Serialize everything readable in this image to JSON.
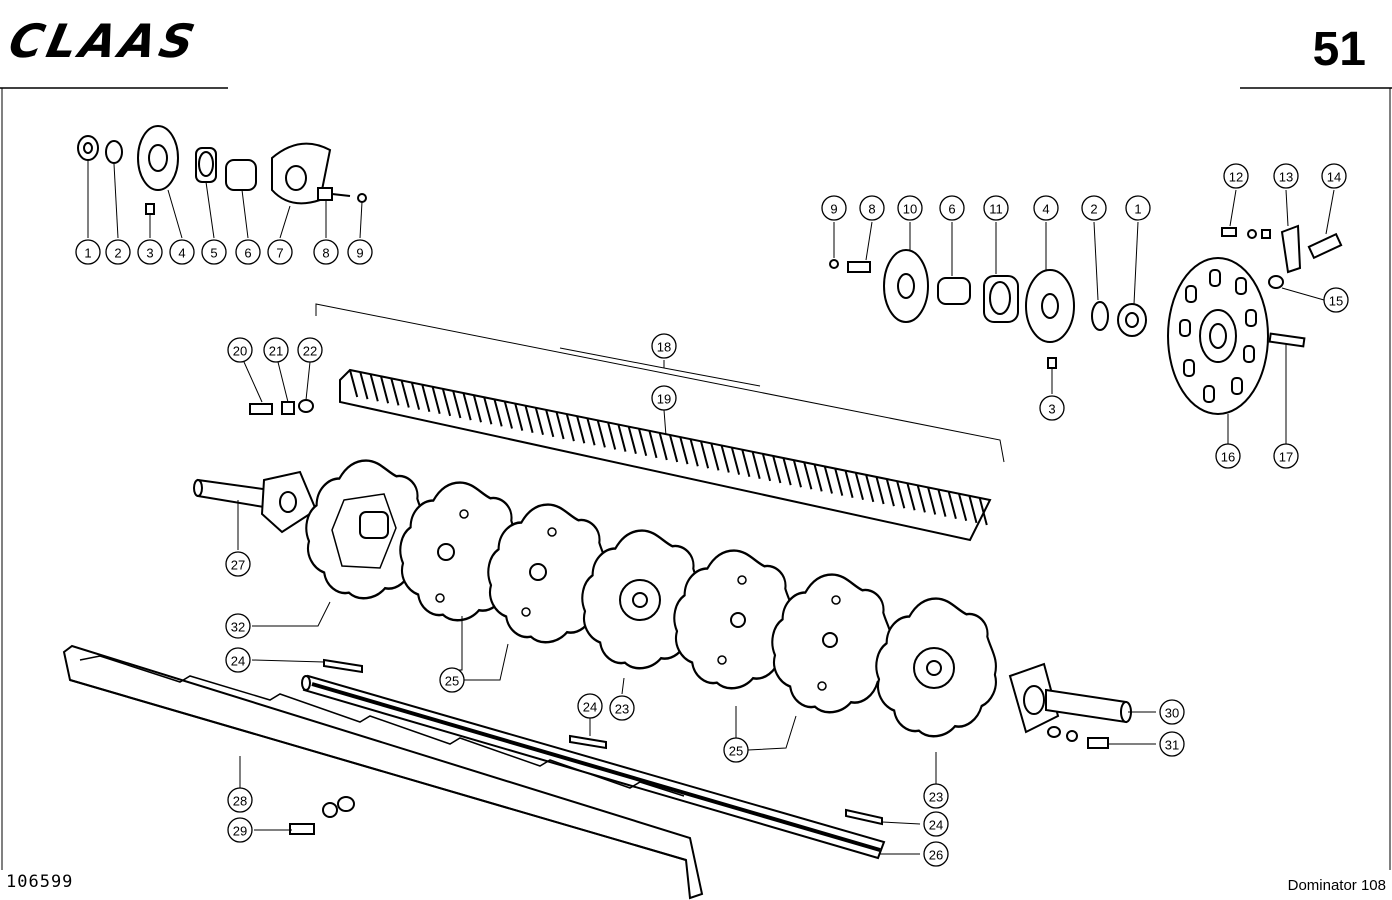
{
  "header": {
    "logo_text": "CLAAS",
    "page_number": "51"
  },
  "footer": {
    "reference_number": "106599",
    "model": "Dominator 108"
  },
  "callouts": [
    {
      "id": "c1a",
      "text": "1"
    },
    {
      "id": "c2a",
      "text": "2"
    },
    {
      "id": "c3a",
      "text": "3"
    },
    {
      "id": "c4a",
      "text": "4"
    },
    {
      "id": "c5a",
      "text": "5"
    },
    {
      "id": "c6a",
      "text": "6"
    },
    {
      "id": "c7a",
      "text": "7"
    },
    {
      "id": "c8a",
      "text": "8"
    },
    {
      "id": "c9a",
      "text": "9"
    },
    {
      "id": "c9b",
      "text": "9"
    },
    {
      "id": "c8b",
      "text": "8"
    },
    {
      "id": "c10",
      "text": "10"
    },
    {
      "id": "c6b",
      "text": "6"
    },
    {
      "id": "c11",
      "text": "11"
    },
    {
      "id": "c4b",
      "text": "4"
    },
    {
      "id": "c2b",
      "text": "2"
    },
    {
      "id": "c1b",
      "text": "1"
    },
    {
      "id": "c3b",
      "text": "3"
    },
    {
      "id": "c12",
      "text": "12"
    },
    {
      "id": "c13",
      "text": "13"
    },
    {
      "id": "c14",
      "text": "14"
    },
    {
      "id": "c15",
      "text": "15"
    },
    {
      "id": "c16",
      "text": "16"
    },
    {
      "id": "c17",
      "text": "17"
    },
    {
      "id": "c18",
      "text": "18"
    },
    {
      "id": "c19",
      "text": "19"
    },
    {
      "id": "c20",
      "text": "20"
    },
    {
      "id": "c21",
      "text": "21"
    },
    {
      "id": "c22",
      "text": "22"
    },
    {
      "id": "c27",
      "text": "27"
    },
    {
      "id": "c32",
      "text": "32"
    },
    {
      "id": "c24a",
      "text": "24"
    },
    {
      "id": "c25a",
      "text": "25"
    },
    {
      "id": "c24b",
      "text": "24"
    },
    {
      "id": "c23a",
      "text": "23"
    },
    {
      "id": "c25b",
      "text": "25"
    },
    {
      "id": "c23b",
      "text": "23"
    },
    {
      "id": "c30",
      "text": "30"
    },
    {
      "id": "c31",
      "text": "31"
    },
    {
      "id": "c24c",
      "text": "24"
    },
    {
      "id": "c26",
      "text": "26"
    },
    {
      "id": "c28",
      "text": "28"
    },
    {
      "id": "c29",
      "text": "29"
    }
  ]
}
